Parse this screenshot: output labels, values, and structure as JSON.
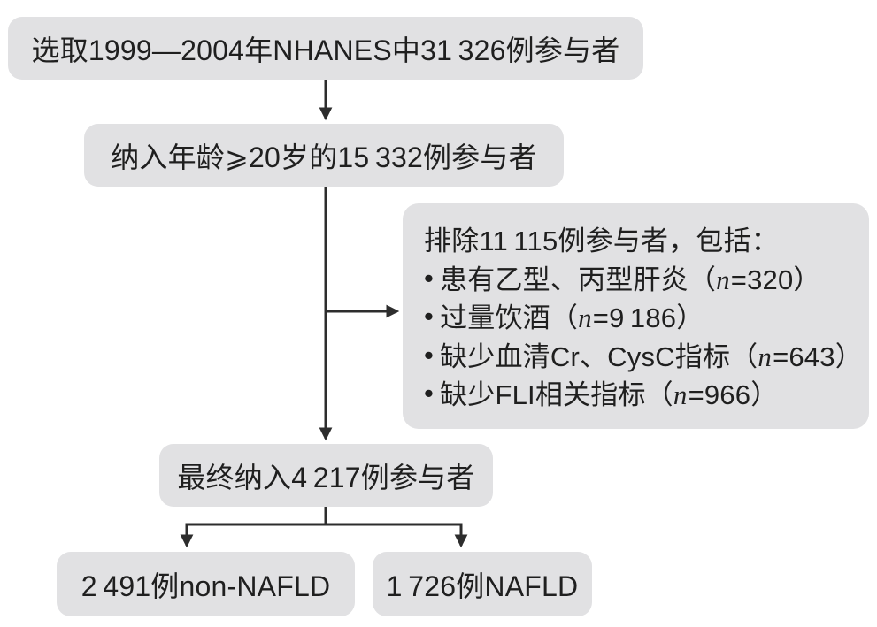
{
  "flowchart": {
    "colors": {
      "box_fill": "#e1e1e3",
      "text": "#1f1f1f",
      "connector": "#2d2d2d",
      "background": "#ffffff"
    },
    "boxes": {
      "initial": {
        "text": "选取1999—2004年NHANES中31 326例参与者"
      },
      "age_filter": {
        "text": "纳入年龄⩾20岁的15 332例参与者"
      },
      "exclusion": {
        "heading": "排除11 115例参与者，包括：",
        "bullet_glyph": "•",
        "items": [
          {
            "pre": "患有乙型、丙型肝炎（",
            "n": "n",
            "post": "=320）"
          },
          {
            "pre": "过量饮酒（",
            "n": "n",
            "post": "=9 186）"
          },
          {
            "pre": "缺少血清Cr、CysC指标（",
            "n": "n",
            "post": "=643）"
          },
          {
            "pre": "缺少FLI相关指标（",
            "n": "n",
            "post": "=966）"
          }
        ]
      },
      "final": {
        "text": "最终纳入4 217例参与者"
      },
      "non_nafld": {
        "text": "2 491例non-NAFLD"
      },
      "nafld": {
        "text": "1 726例NAFLD"
      }
    }
  }
}
